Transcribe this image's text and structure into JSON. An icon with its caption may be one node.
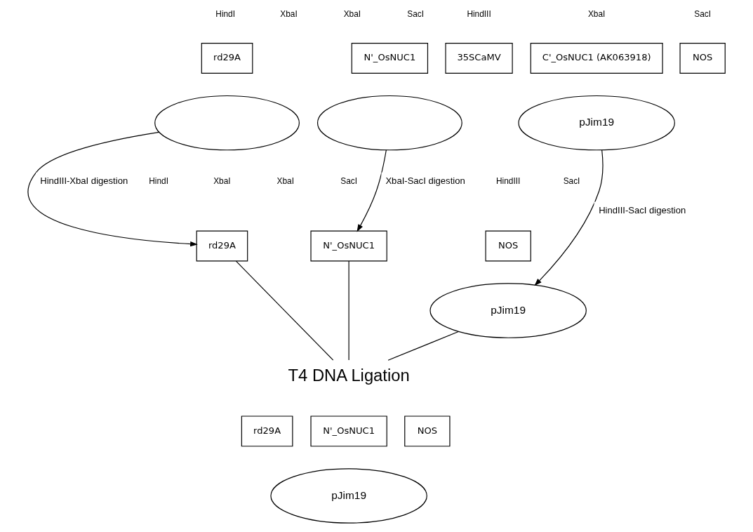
{
  "diagram": {
    "nodes": [
      {
        "text": [
          "rd29A"
        ]
      },
      {
        "text": [],
        "shape": "circle"
      },
      {
        "text": [
          "N'_OsNUC1"
        ]
      },
      {
        "text": [],
        "shape": "circle"
      },
      {
        "text": [
          "35SCaMV"
        ]
      },
      {
        "text": [
          "C'_OsNUC1 (AK063918)"
        ]
      },
      {
        "text": [
          "NOS"
        ]
      },
      {
        "text": [
          "pJim19"
        ]
      },
      {
        "text": [
          "rd29A"
        ]
      },
      {
        "text": [
          "N'_OsNUC1"
        ]
      },
      {
        "text": [
          "NOS"
        ]
      },
      {
        "text": [
          "pJim19"
        ]
      },
      {
        "text": [
          "T4 DNA Ligation"
        ]
      },
      {
        "text": [
          "rd29A"
        ]
      },
      {
        "text": [
          "N'_OsNUC1"
        ]
      },
      {
        "text": [
          "NOS"
        ]
      },
      {
        "text": [
          "pJim19"
        ]
      }
    ],
    "edges": [
      {
        "from": 1,
        "to": 8,
        "arrow": "to",
        "label": "HindIII-XbaI digestion"
      },
      {
        "from": 3,
        "to": 9,
        "arrow": "to",
        "label": "XbaI-SacI digestion"
      },
      {
        "from": 7,
        "to": 11,
        "arrow": "to",
        "label": "HindIII-SacI digestion"
      },
      {
        "from": 8,
        "to": 12,
        "arrow": "none"
      },
      {
        "from": 9,
        "to": 12,
        "arrow": "none"
      },
      {
        "from": 11,
        "to": 12,
        "arrow": "none"
      }
    ],
    "labels": [
      "HindI",
      "XbaI",
      "XbaI",
      "SacI",
      "HindIII",
      "XbaI",
      "SacI",
      "HindI",
      "XbaI",
      "XbaI",
      "SacI",
      "HindIII",
      "SacI"
    ]
  }
}
